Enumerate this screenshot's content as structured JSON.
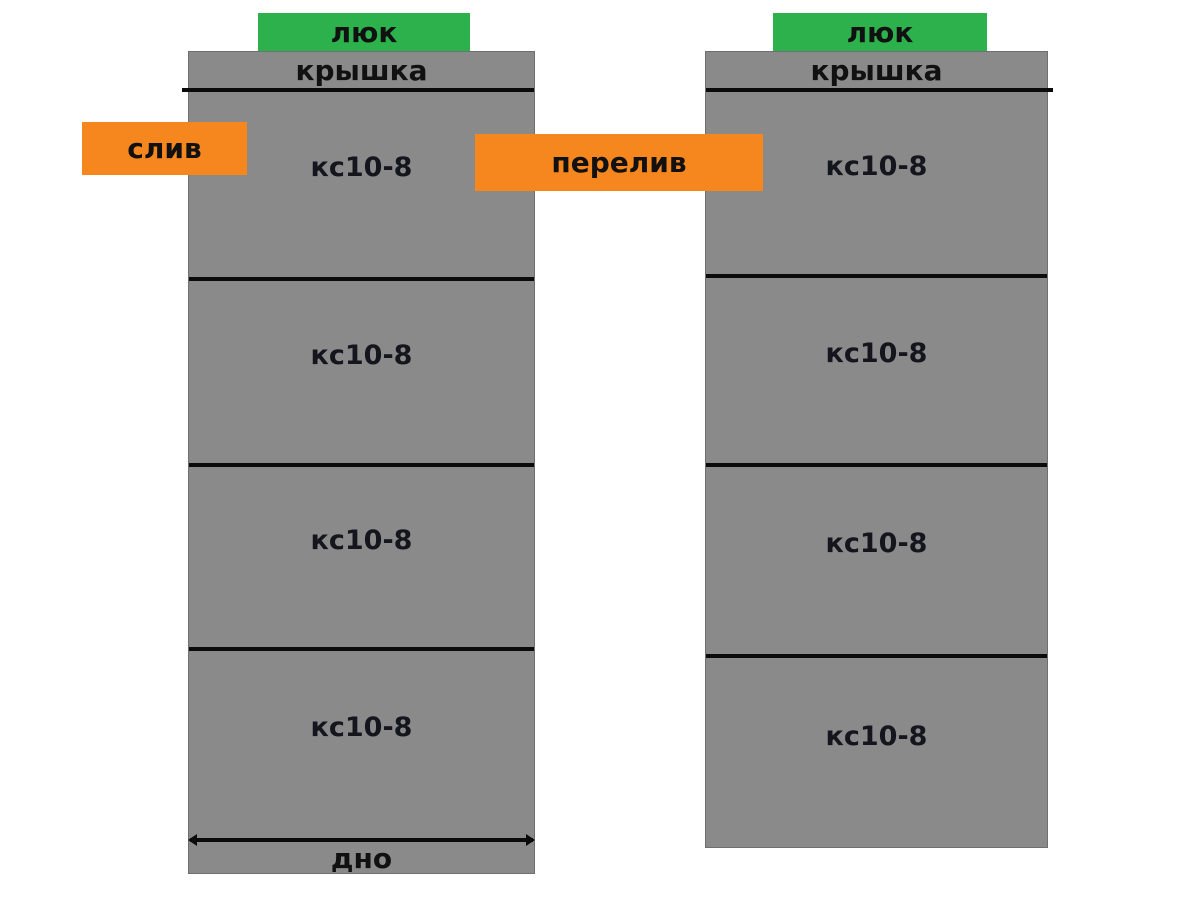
{
  "colors": {
    "ring_gray": "#8a8a8a",
    "hatch_green": "#2db14c",
    "callout_orange": "#f6871f",
    "line_black": "#0b0b0b",
    "label_text": "#111111"
  },
  "left_well": {
    "hatch_label": "люк",
    "cover_label": "крышка",
    "rings": [
      "кс10-8",
      "кс10-8",
      "кс10-8",
      "кс10-8"
    ],
    "bottom_label": "дно"
  },
  "right_well": {
    "hatch_label": "люк",
    "cover_label": "крышка",
    "rings": [
      "кс10-8",
      "кс10-8",
      "кс10-8",
      "кс10-8"
    ]
  },
  "callouts": {
    "drain": "слив",
    "overflow": "перелив"
  }
}
